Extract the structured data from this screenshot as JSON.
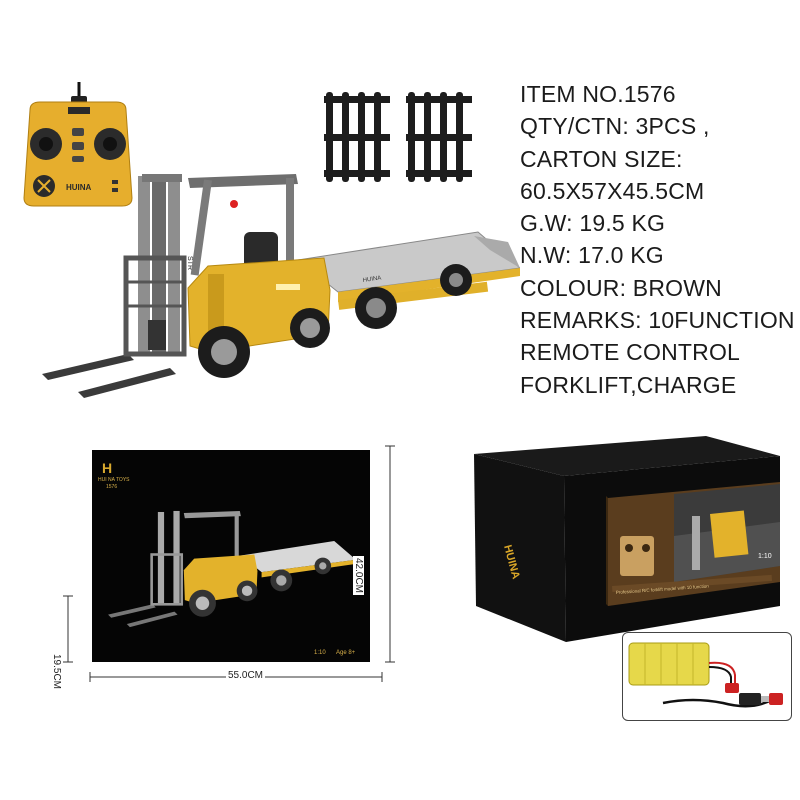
{
  "specs": {
    "lines": [
      "ITEM NO.1576",
      "QTY/CTN: 3PCS ,",
      "CARTON SIZE:",
      "60.5X57X45.5CM",
      "G.W: 19.5 KG",
      "N.W: 17.0 KG",
      "COLOUR: BROWN",
      "REMARKS: 10FUNCTION",
      "REMOTE CONTROL",
      "FORKLIFT,CHARGE"
    ]
  },
  "remote": {
    "brand": "HUINA"
  },
  "forklift": {
    "mast_label": "STR",
    "trailer_brand": "HUINA"
  },
  "poster": {
    "brand": "HUI NA TOYS",
    "item": "1576",
    "scale": "1:10",
    "age": "Age 8+"
  },
  "dimensions": {
    "width": "55.0CM",
    "height": "42.0CM",
    "depth": "19.5CM"
  },
  "box": {
    "brand": "HUINA",
    "tagline": "Professional R/C forklift model with 10 function",
    "scale": "1:10"
  },
  "colors": {
    "accent_yellow": "#e3b22b",
    "box_black": "#0c0c0c",
    "panel_brown": "#5a3d1e"
  },
  "icons": [
    "remote-control-icon",
    "pallet-icon",
    "forklift-icon",
    "battery-icon",
    "usb-charger-icon"
  ]
}
